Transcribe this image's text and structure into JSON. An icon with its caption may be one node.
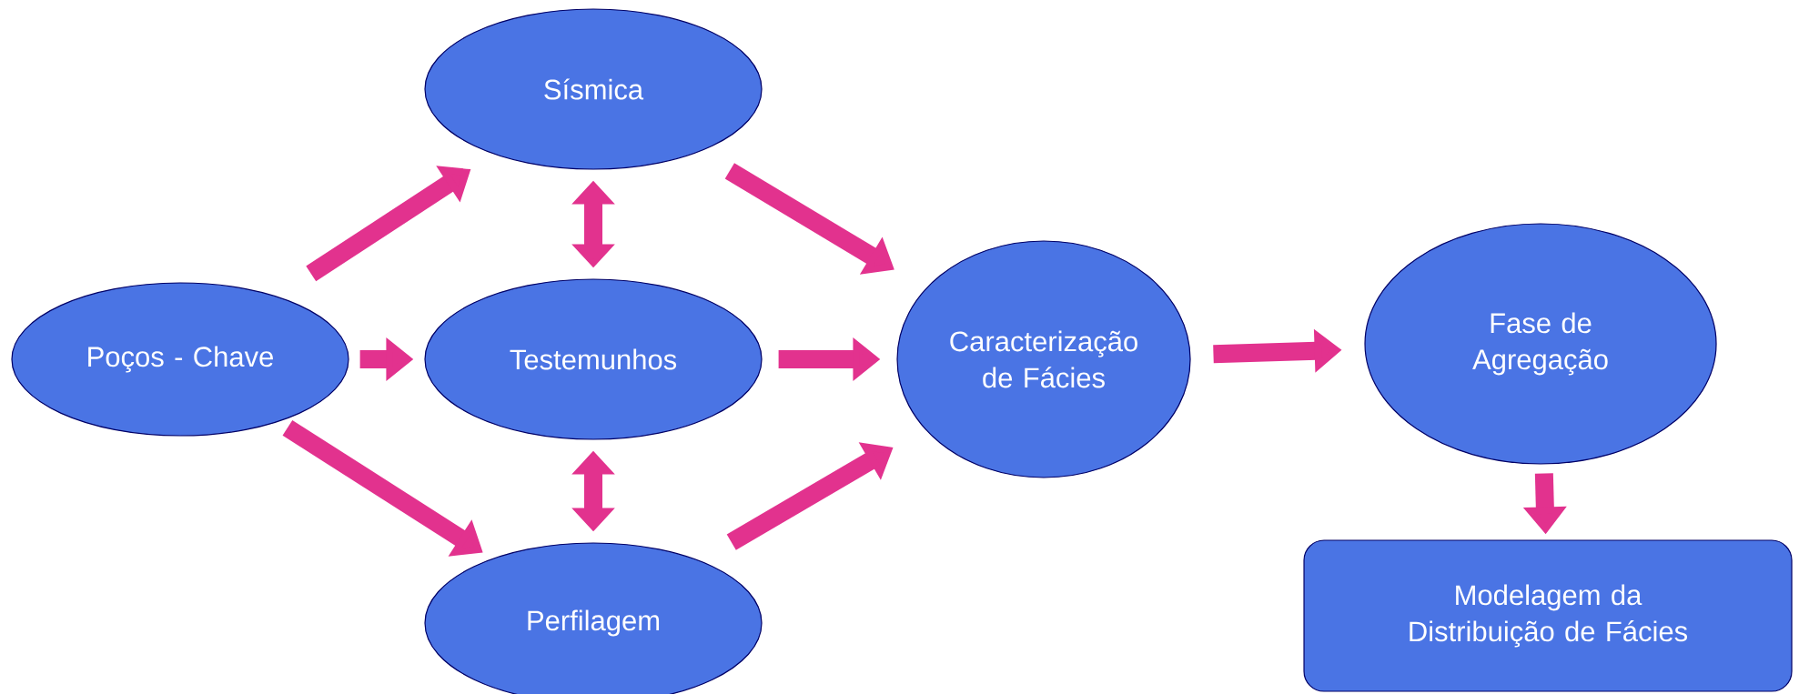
{
  "diagram": {
    "nodes": [
      {
        "text": [
          "Poços - Chave"
        ]
      },
      {
        "text": [
          "Sísmica"
        ]
      },
      {
        "text": [
          "Testemunhos"
        ]
      },
      {
        "text": [
          "Perfilagem"
        ]
      },
      {
        "text": [
          "Caracterização de Fácies"
        ]
      },
      {
        "text": [
          "Fase de Agregação"
        ]
      },
      {
        "text": [
          "Modelagem da Distribuição de Fácies"
        ]
      }
    ],
    "edges": [
      {
        "from": 0,
        "to": 1,
        "arrow": "to"
      },
      {
        "from": 0,
        "to": 2,
        "arrow": "to"
      },
      {
        "from": 0,
        "to": 3,
        "arrow": "to"
      },
      {
        "from": 1,
        "to": 2,
        "arrow": "both"
      },
      {
        "from": 2,
        "to": 3,
        "arrow": "both"
      },
      {
        "from": 1,
        "to": 4,
        "arrow": "to"
      },
      {
        "from": 2,
        "to": 4,
        "arrow": "to"
      },
      {
        "from": 3,
        "to": 4,
        "arrow": "to"
      },
      {
        "from": 4,
        "to": 5,
        "arrow": "to"
      },
      {
        "from": 5,
        "to": 6,
        "arrow": "to"
      }
    ]
  }
}
